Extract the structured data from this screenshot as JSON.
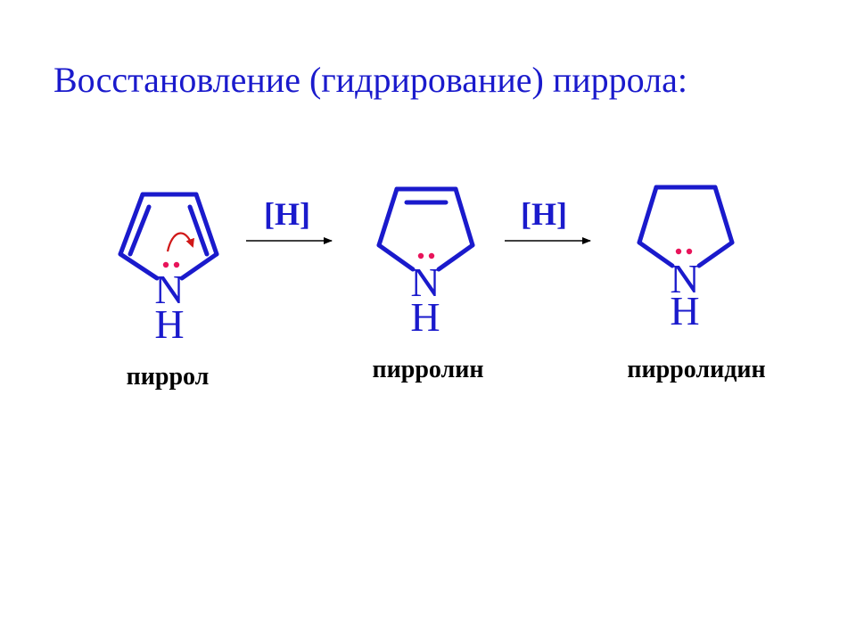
{
  "title": "Восстановление (гидрирование) пиррола:",
  "colors": {
    "structure": "#1a1acc",
    "lone_pair": "#e8145a",
    "curved_arrow": "#d01818",
    "captions": "#000000"
  },
  "molecules": [
    {
      "name": "пиррол",
      "atom_n": "N",
      "atom_h": "H",
      "double_bonds": 2,
      "lone_pair": true,
      "curved_arrow": true
    },
    {
      "name": "пирролин",
      "atom_n": "N",
      "atom_h": "H",
      "double_bonds": 1,
      "lone_pair": true
    },
    {
      "name": "пирролидин",
      "atom_n": "N",
      "atom_h": "H",
      "double_bonds": 0,
      "lone_pair": true
    }
  ],
  "arrows": [
    {
      "reagent": "[H]"
    },
    {
      "reagent": "[H]"
    }
  ]
}
